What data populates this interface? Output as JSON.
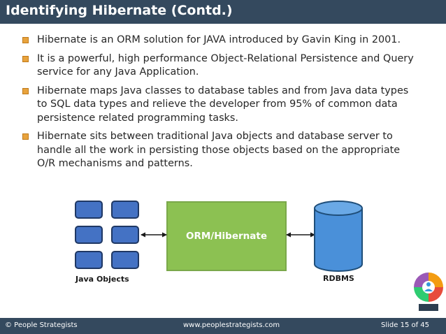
{
  "slide": {
    "title": "Identifying Hibernate (Contd.)",
    "bullets": [
      "Hibernate is an ORM solution for JAVA introduced by Gavin King in 2001.",
      "It is a powerful, high performance Object-Relational Persistence and Query service for any Java Application.",
      "Hibernate maps Java classes to database tables and from Java data types to SQL data types and relieve the developer from 95% of common data persistence related programming tasks.",
      "Hibernate sits between traditional Java objects and database server to handle all the work in persisting those objects based on the appropriate O/R mechanisms and patterns."
    ]
  },
  "diagram": {
    "objects_label": "Java Objects",
    "orm_label": "ORM/Hibernate",
    "db_label": "RDBMS"
  },
  "footer": {
    "copyright": "© People Strategists",
    "website": "www.peoplestrategists.com",
    "slide_number": "Slide 15 of 45"
  },
  "colors": {
    "header_bg": "#34495e",
    "bullet": "#e8a33d",
    "object_box": "#4472c4",
    "orm_box": "#8cc152",
    "database": "#4a90d9"
  },
  "icons": {
    "bullet": "square-bullet-icon",
    "logo": "people-strategists-logo-icon"
  }
}
